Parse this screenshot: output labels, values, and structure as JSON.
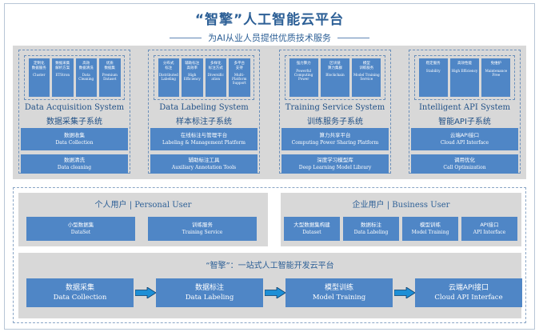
{
  "title": "“智擎”人工智能云平台",
  "subtitle": "为AI从业人员提供优质技术服务",
  "subsystems": [
    {
      "name_en": "Data Acquisition System",
      "name_cn": "数据采集子系统",
      "items": [
        {
          "cn": "定制化\n数据服务",
          "en": "Cluster"
        },
        {
          "cn": "数据采集\n解析方案",
          "en": "ETStron"
        },
        {
          "cn": "高效\n数据清洗",
          "en": "Data\nCleaning"
        },
        {
          "cn": "优质\n数据集",
          "en": "Premium\nDataset"
        }
      ],
      "box1_cn": "数据收集",
      "box1_en": "Data Collection",
      "box2_cn": "数据清洗",
      "box2_en": "Data cleaning"
    },
    {
      "name_en": "Data Labeling System",
      "name_cn": "样本标注子系统",
      "items": [
        {
          "cn": "分布式\n标注",
          "en": "Distributed\nLabeling"
        },
        {
          "cn": "辅助标注\n高效率",
          "en": "High\nEfficiency"
        },
        {
          "cn": "多样化\n标注方式",
          "en": "Diversific\nation"
        },
        {
          "cn": "多平台\n支持",
          "en": "Multi-\nPlatform\nSupport"
        }
      ],
      "box1_cn": "在线标注与管理平台",
      "box1_en": "Labeling & Management Platform",
      "box2_cn": "辅助标注工具",
      "box2_en": "Auxiliary Annotation Tools"
    },
    {
      "name_en": "Training Service System",
      "name_cn": "训练服务子系统",
      "items": [
        {
          "cn": "强力算力",
          "en": "Powerful\nComputing\nPower"
        },
        {
          "cn": "区块链\n算力集群",
          "en": "Blockchain"
        },
        {
          "cn": "模型\n训练服务",
          "en": "Model Training\nService"
        }
      ],
      "box1_cn": "算力共享平台",
      "box1_en": "Computing Power Sharing Platform",
      "box2_cn": "深度学习模型库",
      "box2_en": "Deep Learning Model Library"
    },
    {
      "name_en": "Intelligent API System",
      "name_cn": "智能API子系统",
      "items": [
        {
          "cn": "稳定服务",
          "en": "Stability"
        },
        {
          "cn": "高效性能",
          "en": "High\nEfficiency"
        },
        {
          "cn": "免维护",
          "en": "Maintenance\nFree"
        }
      ],
      "box1_cn": "云端API接口",
      "box1_en": "Cloud API Interface",
      "box2_cn": "调用优化",
      "box2_en": "Call Optimization"
    }
  ],
  "personal": {
    "title_cn": "个人用户",
    "title_en": "Personal User",
    "boxes": [
      {
        "cn": "小型数据集",
        "en": "DataSet"
      },
      {
        "cn": "训练服务",
        "en": "Training Service"
      }
    ]
  },
  "business": {
    "title_cn": "企业用户",
    "title_en": "Business User",
    "boxes": [
      {
        "cn": "大型数据集构建",
        "en": "Dataset"
      },
      {
        "cn": "数据标注",
        "en": "Data Labeling"
      },
      {
        "cn": "模型训练",
        "en": "Model Training"
      },
      {
        "cn": "API接口",
        "en": "API Interface"
      }
    ]
  },
  "platform": {
    "title": "“智擎”：一站式人工智能开发云平台",
    "steps": [
      {
        "cn": "数据采集",
        "en": "Data Collection"
      },
      {
        "cn": "数据标注",
        "en": "Data Labeling"
      },
      {
        "cn": "模型训练",
        "en": "Model Training"
      },
      {
        "cn": "云端API接口",
        "en": "Cloud API Interface"
      }
    ]
  },
  "colors": {
    "box_blue": "#4f86c6",
    "panel_gray": "#d8d8d8",
    "text_blue": "#2c5f96",
    "arrow_fill": "#1e8fd6"
  }
}
